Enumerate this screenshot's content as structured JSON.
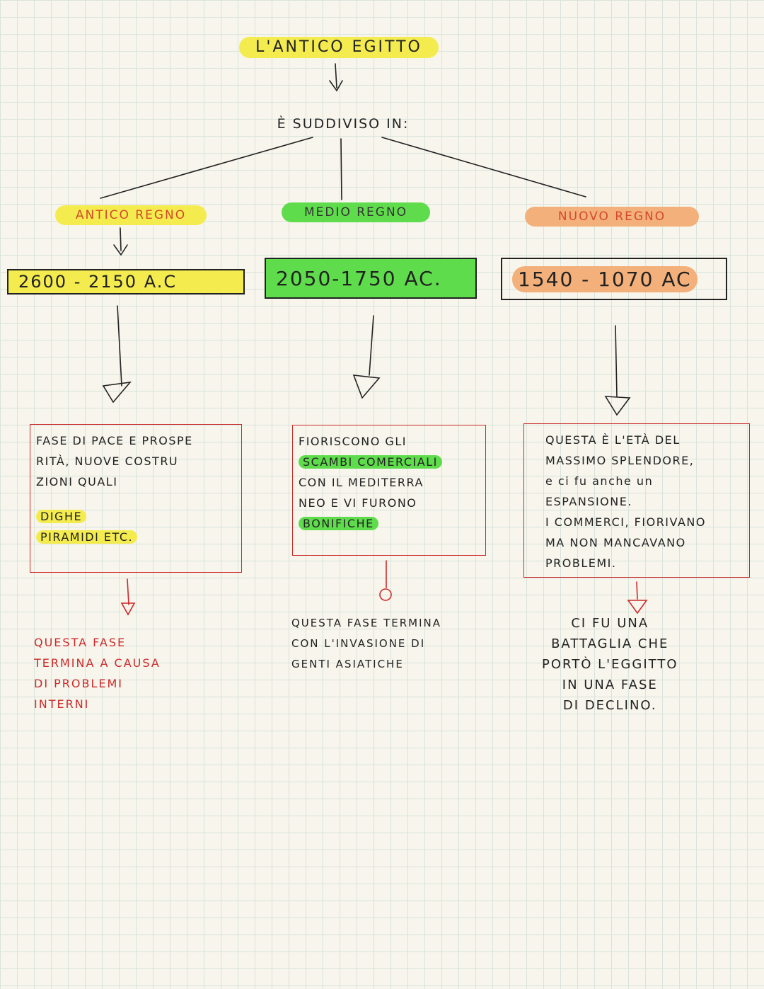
{
  "title": "L'ANTICO EGITTO",
  "subtitle": "È SUDDIVISO IN:",
  "regni": [
    {
      "name": "ANTICO REGNO",
      "date": "2600 - 2150 A.C",
      "desc_lines": [
        "FASE DI PACE E PROSPE",
        "RITÀ, NUOVE COSTRU",
        "ZIONI QUALI"
      ],
      "highlight_lines": [
        "DIGHE",
        "PIRAMIDI ETC."
      ],
      "end_lines": [
        "QUESTA FASE",
        "TERMINA A CAUSA",
        "DI PROBLEMI",
        "INTERNI"
      ]
    },
    {
      "name": "MEDIO REGNO",
      "date": "2050-1750 AC.",
      "desc_lines": [
        "FIORISCONO GLI",
        "SCAMBI COMERCIALI",
        "CON IL MEDITERRA",
        "NEO E VI FURONO",
        "BONIFICHE"
      ],
      "end_lines": [
        "QUESTA FASE TERMINA",
        "CON L'INVASIONE DI",
        "GENTI ASIATICHE"
      ]
    },
    {
      "name": "NUOVO REGNO",
      "date": "1540 - 1070 AC",
      "desc_lines": [
        "QUESTA È L'ETÀ DEL",
        "MASSIMO SPLENDORE,",
        "e ci fu anche un",
        "ESPANSIONE.",
        "I COMMERCI, FIORIVANO",
        "MA NON MANCAVANO",
        "PROBLEMI."
      ],
      "end_lines": [
        "CI FU UNA",
        "BATTAGLIA CHE",
        "PORTÒ L'EGGITTO",
        "IN UNA FASE",
        "DI DECLINO."
      ]
    }
  ],
  "colors": {
    "yellow": "#f4ec4f",
    "green": "#5fdc4c",
    "orange": "#f3b07a",
    "red_ink": "#cc2a2a"
  }
}
